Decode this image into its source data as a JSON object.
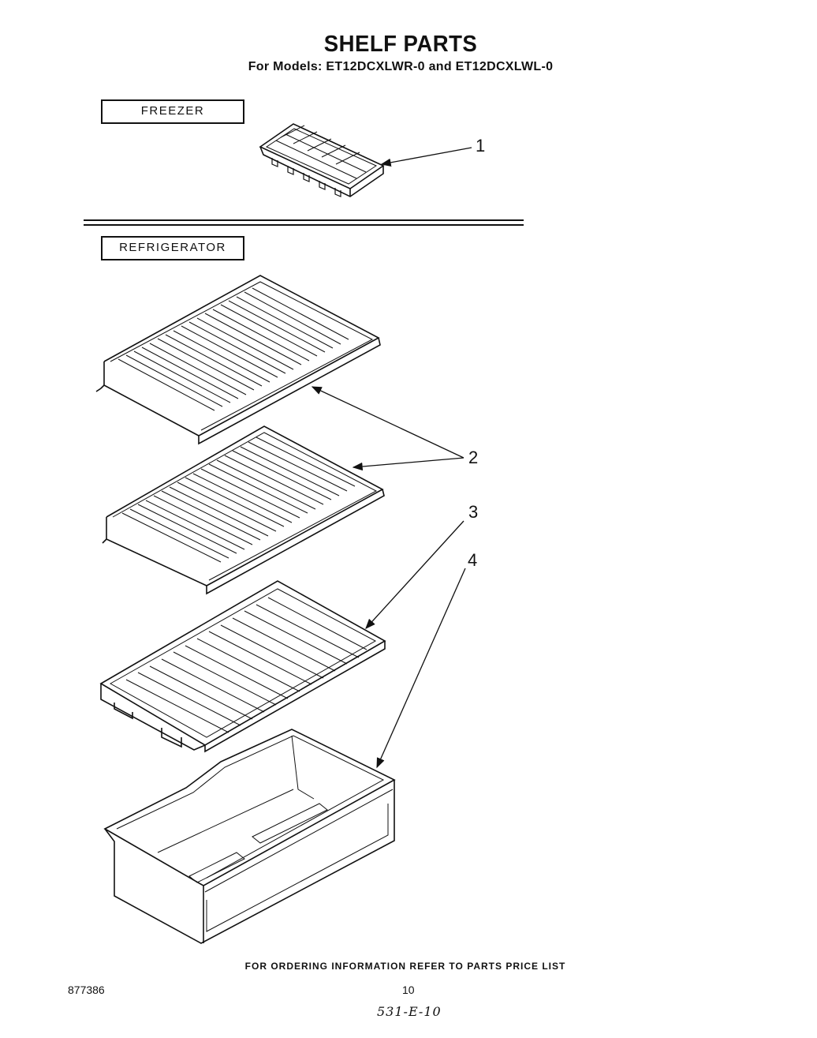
{
  "header": {
    "title": "SHELF PARTS",
    "subtitle": "For Models: ET12DCXLWR-0  and ET12DCXLWL-0"
  },
  "sections": {
    "freezer": "FREEZER",
    "refrigerator": "REFRIGERATOR"
  },
  "callouts": [
    "1",
    "2",
    "3",
    "4"
  ],
  "footer": {
    "note": "FOR ORDERING INFORMATION REFER TO PARTS PRICE LIST",
    "doc_number": "877386",
    "page_number": "10",
    "handwritten_code": "531-E-10"
  }
}
